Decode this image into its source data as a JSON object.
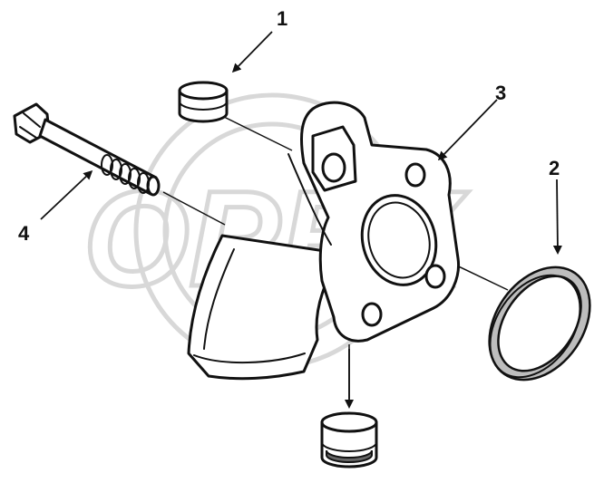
{
  "watermark": {
    "text": "OPEX"
  },
  "callouts": {
    "c1": "1",
    "c2": "2",
    "c3": "3",
    "c4": "4"
  },
  "colors": {
    "line": "#111111",
    "watermark": "#d8d8d8",
    "shade": "#bdbdbd",
    "background": "#ffffff"
  }
}
